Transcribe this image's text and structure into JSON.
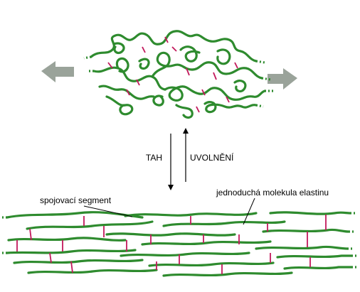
{
  "diagram": {
    "labels": {
      "stretch": "TAH",
      "relax": "UVOLNĚNÍ",
      "linking_segment": "spojovací segment",
      "single_molecule": "jednoduchá molekula elastinu"
    },
    "colors": {
      "fiber": "#2e8b2e",
      "crosslink": "#c2185b",
      "direction_arrow": "#9aa39a",
      "text": "#000000"
    }
  }
}
